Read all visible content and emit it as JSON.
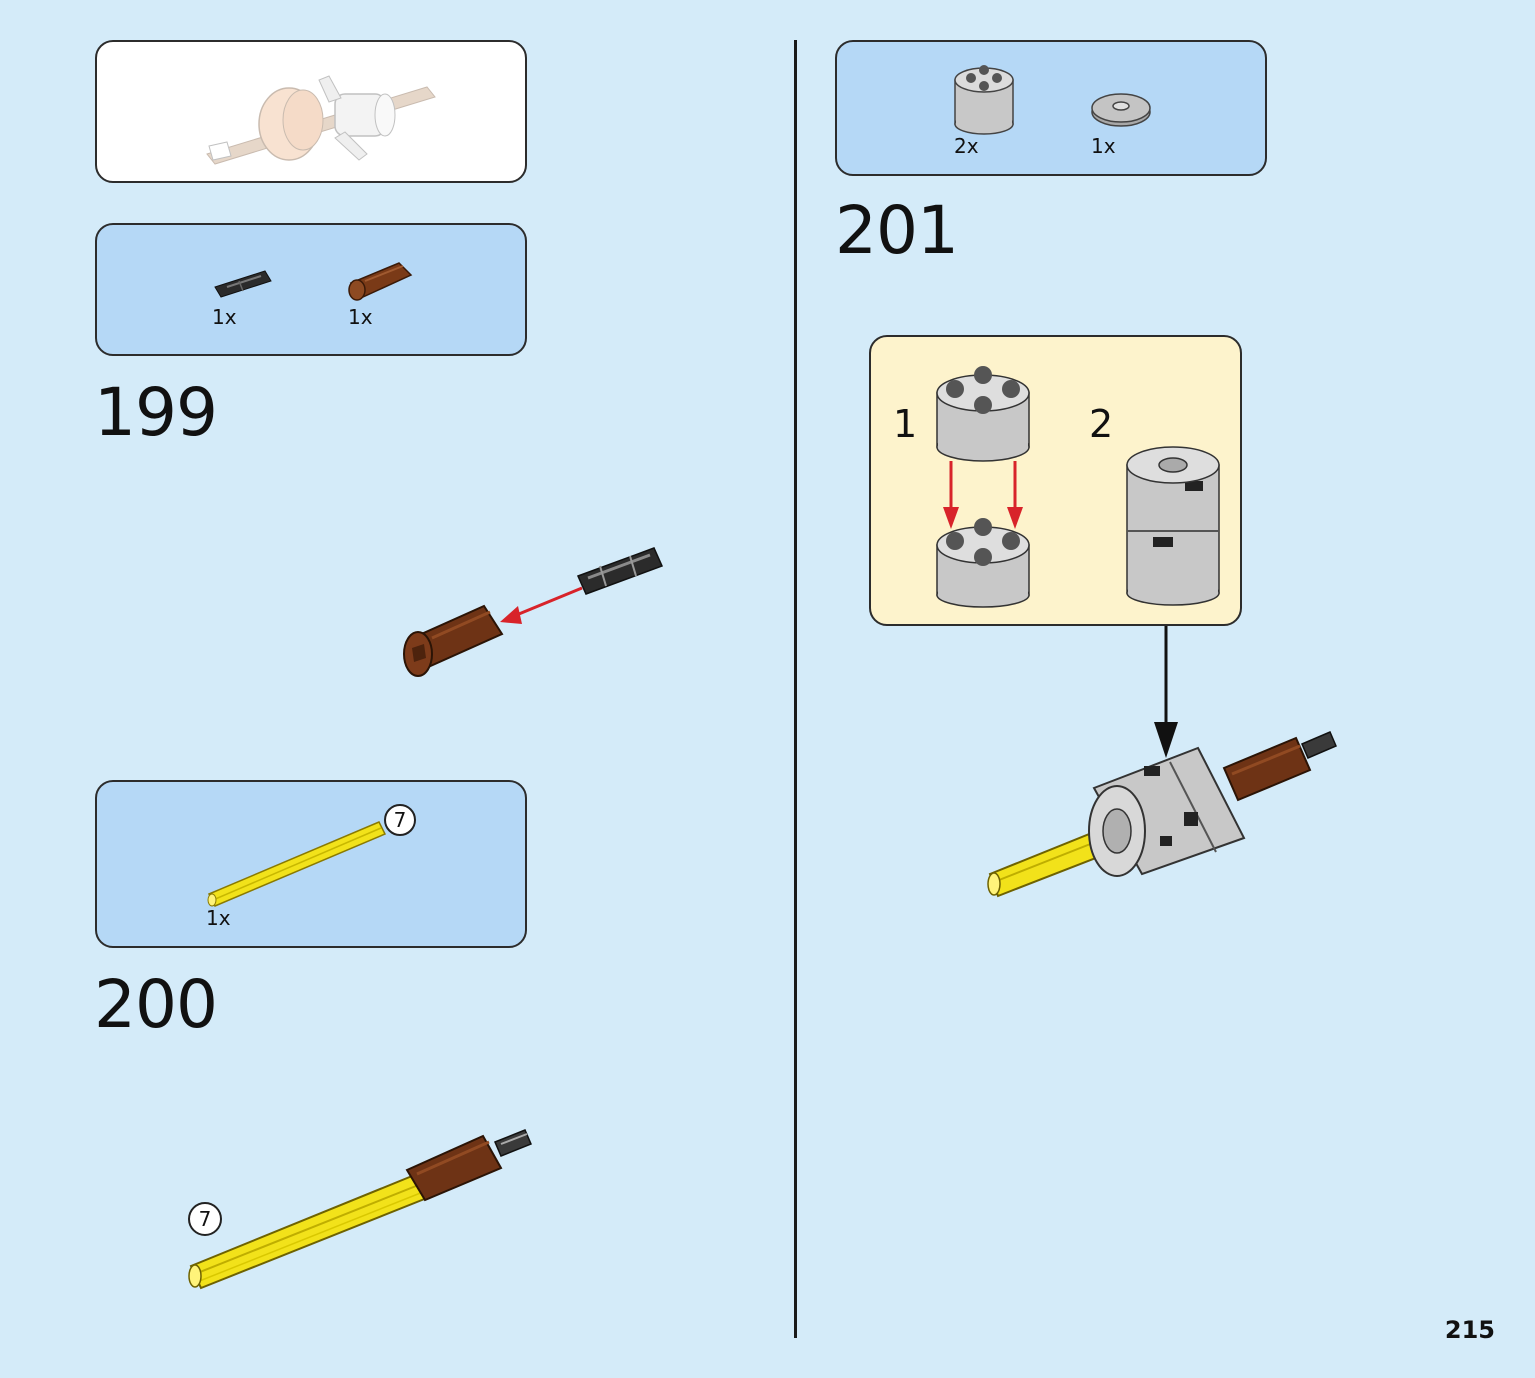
{
  "steps": [
    {
      "number": "199",
      "parts": [
        {
          "qty": "1x",
          "icon": "axle-pin-icon",
          "color": "#2b2b2b"
        },
        {
          "qty": "1x",
          "icon": "hex-connector-icon",
          "color": "#7a3a17"
        }
      ]
    },
    {
      "number": "200",
      "parts": [
        {
          "qty": "1x",
          "icon": "yellow-axle-icon",
          "color": "#f2e21a",
          "length_badge": "7"
        }
      ],
      "model_length_badge": "7"
    },
    {
      "number": "201",
      "parts": [
        {
          "qty": "2x",
          "icon": "round-brick-icon",
          "color": "#c8c8c8"
        },
        {
          "qty": "1x",
          "icon": "round-tile-hole-icon",
          "color": "#b8b8b8"
        }
      ],
      "substeps": [
        {
          "number": "1"
        },
        {
          "number": "2"
        }
      ]
    }
  ],
  "page_number": "215",
  "colors": {
    "background": "#d4ebf9",
    "parts_box": "#b5d8f6",
    "substep_box": "#fdf3cc",
    "arrow_red": "#d8232a"
  }
}
